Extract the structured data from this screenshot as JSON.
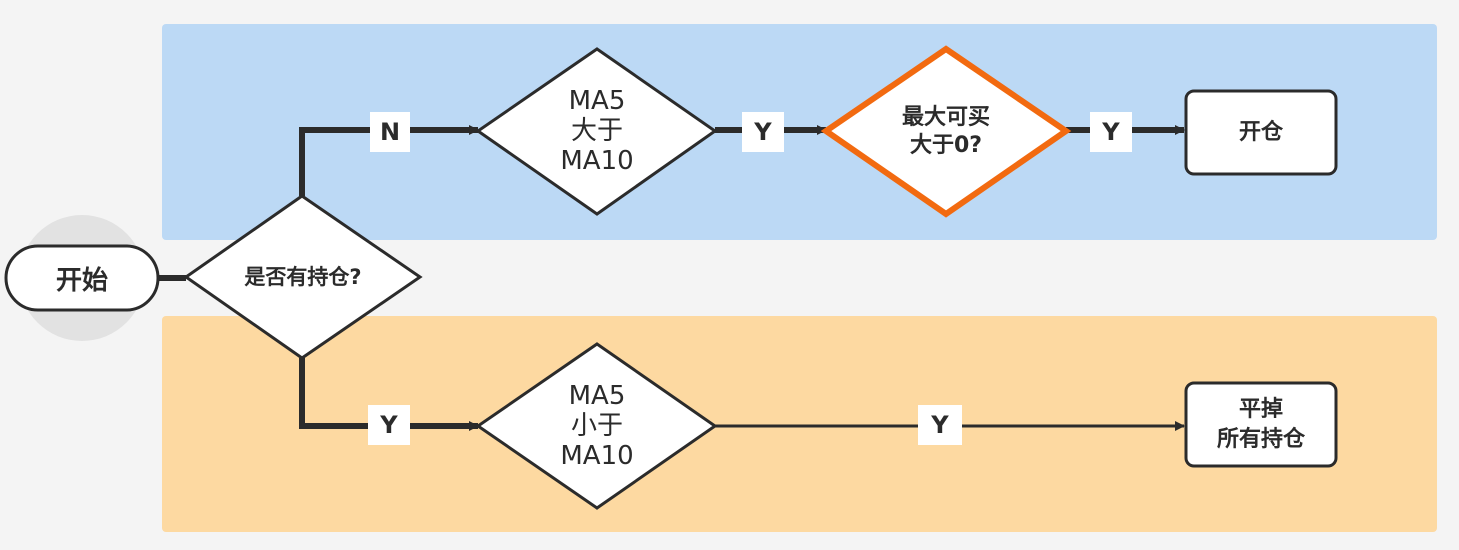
{
  "colors": {
    "top_band": "#bcd9f5",
    "bottom_band": "#fdd9a1",
    "highlight": "#f26a10",
    "stroke": "#2b2b2b",
    "start_halo": "#e2e2e2"
  },
  "nodes": {
    "start": "开始",
    "has_position": "是否有持仓?",
    "ma5_gt_ma10": [
      "MA5",
      "大于",
      "MA10"
    ],
    "max_buy_gt_zero": [
      "最大可买",
      "大于0?"
    ],
    "open_position": "开仓",
    "ma5_lt_ma10": [
      "MA5",
      "小于",
      "MA10"
    ],
    "close_all": [
      "平掉",
      "所有持仓"
    ]
  },
  "edges": {
    "no_branch": "N",
    "top_yes_1": "Y",
    "top_yes_2": "Y",
    "bottom_yes_1": "Y",
    "bottom_yes_2": "Y"
  }
}
